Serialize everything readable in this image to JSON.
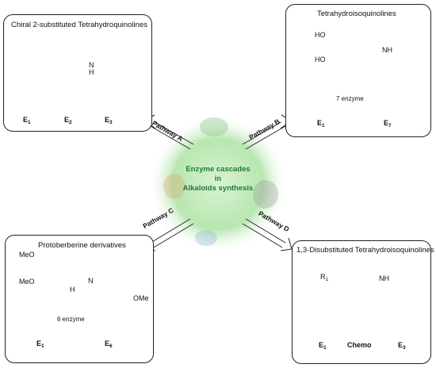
{
  "center": {
    "line1": "Enzyme cascades",
    "line2": "in",
    "line3": "Alkaloids synthesis"
  },
  "pathways": {
    "a": "Pathway A",
    "b": "Pathway B",
    "c": "Pathway C",
    "d": "Pathway D"
  },
  "panels": {
    "top_left": {
      "title": "Chiral 2-substituted Tetrahydroquinolines",
      "atom_nh": "N",
      "atom_h": "H",
      "enzymes": [
        "E",
        "E",
        "E"
      ],
      "enzyme_subs": [
        "1",
        "2",
        "3"
      ]
    },
    "top_right": {
      "title": "Tetrahydroisoquinolines",
      "atom_ho1": "HO",
      "atom_ho2": "HO",
      "atom_nh": "NH",
      "arrow_label": "7 enzyme",
      "enzymes": [
        "E",
        "E"
      ],
      "enzyme_subs": [
        "1",
        "7"
      ]
    },
    "bottom_left": {
      "title": "Protoberberine derivatives",
      "atom_ome1": "MeO",
      "atom_ome2": "MeO",
      "atom_n": "N",
      "atom_h": "H",
      "atom_ome3": "OMe",
      "arrow_label": "6 enzyme",
      "enzymes": [
        "E",
        "E"
      ],
      "enzyme_subs": [
        "1",
        "6"
      ]
    },
    "bottom_right": {
      "title": "1,3-Disubstituted Tetrahydroisoquinolines",
      "atom_r": "R",
      "atom_r_sub": "1",
      "atom_nh": "NH",
      "step_label": "Chemo",
      "enzymes": [
        "E",
        "E"
      ],
      "enzyme_subs": [
        "1",
        "3"
      ]
    }
  },
  "colors": {
    "center_glow": "#b8e6b0",
    "center_text": "#1f7a3a",
    "enzyme_green": "#2e9e3e",
    "enzyme_red": "#c8332b",
    "flask": "#8fd3ea"
  }
}
